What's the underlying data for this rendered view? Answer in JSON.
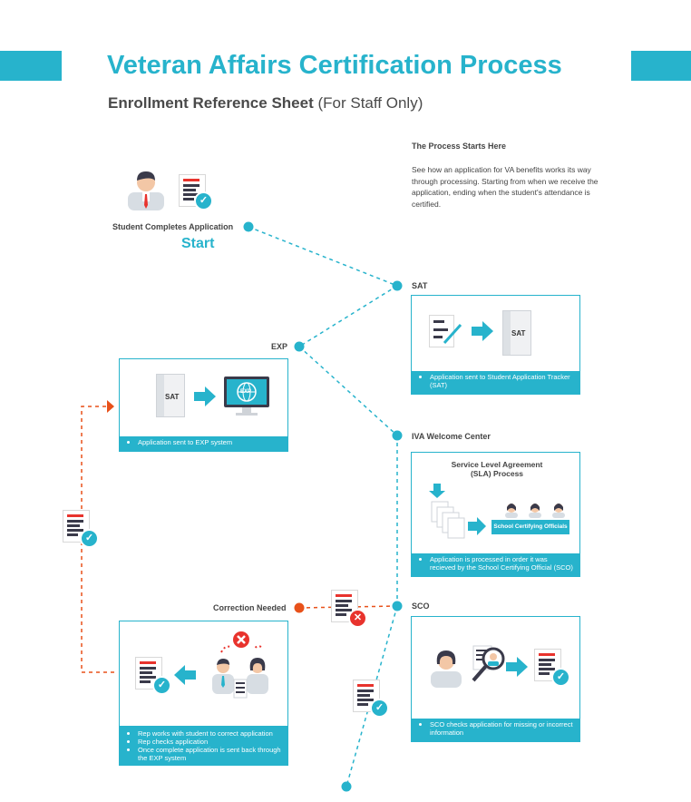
{
  "header": {
    "title": "Veteran Affairs Certification Process",
    "subtitle_bold": "Enrollment Reference Sheet",
    "subtitle_rest": " (For Staff Only)"
  },
  "intro": {
    "heading": "The Process Starts Here",
    "body": "See how an application for VA benefits works its way through processing. Starting from when we receive the application, ending when the student's attendance is certified."
  },
  "steps": {
    "student_label": "Student Completes Application",
    "start_label": "Start",
    "sat_label": "SAT",
    "exp_label": "EXP",
    "iva_label": "IVA Welcome Center",
    "sco_label": "SCO",
    "correction_label": "Correction Needed"
  },
  "boxes": {
    "sat": {
      "icon_text": "SAT",
      "caption": "Application sent to Student Application Tracker (SAT)"
    },
    "exp": {
      "icon_text_left": "SAT",
      "icon_text_right": "EXP",
      "caption": "Application sent to EXP system"
    },
    "iva": {
      "title": "Service Level Agreement (SLA) Process",
      "officials_label": "School Certifying Officials",
      "caption": "Application is processed in order it was recieved by the School Certifying Official (SCO)"
    },
    "sco": {
      "caption": "SCO checks application for missing or incorrect information"
    },
    "correction": {
      "captions": [
        "Rep works with student to correct application",
        "Rep checks application",
        "Once complete application is sent back through the EXP system"
      ]
    }
  },
  "colors": {
    "accent": "#27b3cc",
    "orange": "#e8511a",
    "red": "#e8332d",
    "text": "#444444"
  }
}
